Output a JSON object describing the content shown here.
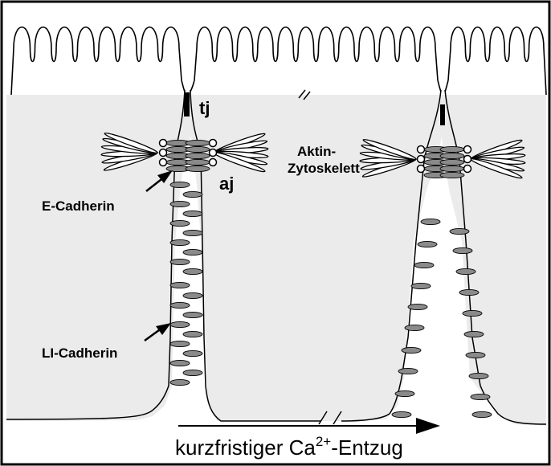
{
  "labels": {
    "tj": "tj",
    "aj": "aj",
    "aktin_line1": "Aktin-",
    "aktin_line2": "Zytoskelett",
    "e_cadherin": "E-Cadherin",
    "li_cadherin": "LI-Cadherin",
    "caption_main": "kurzfristiger Ca",
    "caption_sup": "2+",
    "caption_end": "-Entzug"
  },
  "colors": {
    "cytoplasm": "#ebebeb",
    "cadherin": "#8a8a8a",
    "outline": "#000000",
    "background": "#ffffff"
  }
}
